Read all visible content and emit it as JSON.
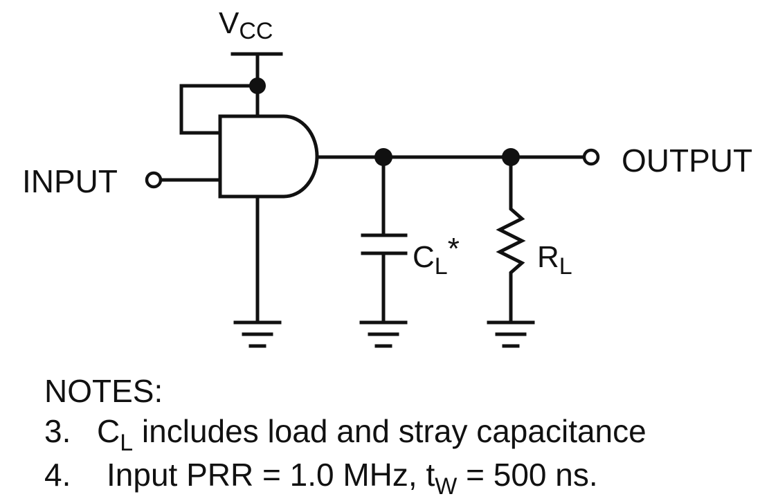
{
  "labels": {
    "vcc_main": "V",
    "vcc_sub": "CC",
    "input": "INPUT",
    "output": "OUTPUT",
    "cl_main": "C",
    "cl_sub": "L",
    "cl_mark": "*",
    "rl_main": "R",
    "rl_sub": "L"
  },
  "notes": {
    "heading": "NOTES:",
    "items": [
      {
        "num": "3.",
        "pre": "C",
        "sub": "L",
        "post": " includes load and stray capacitance"
      },
      {
        "num": "4.",
        "pre": "Input PRR = 1.0 MHz, t",
        "sub": "W",
        "post": " = 500 ns."
      }
    ]
  },
  "colors": {
    "ink": "#111111",
    "background": "#ffffff"
  }
}
